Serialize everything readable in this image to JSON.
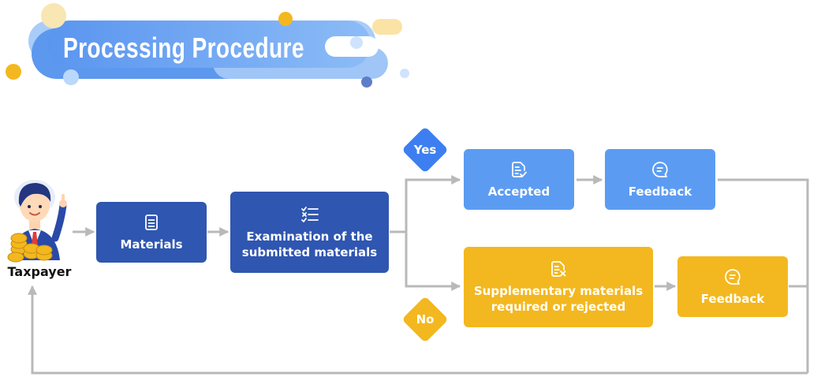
{
  "title": "Processing Procedure",
  "colors": {
    "navy": "#2f56b0",
    "blue": "#5b9cf2",
    "gold": "#f3b820",
    "connector": "#b9b9b9"
  },
  "nodes": {
    "taxpayer": {
      "label": "Taxpayer",
      "icon": "taxpayer-illustration"
    },
    "materials": {
      "label": "Materials",
      "icon": "document-icon"
    },
    "examination": {
      "label": "Examination of the submitted materials",
      "icon": "checklist-icon"
    },
    "accepted": {
      "label": "Accepted",
      "icon": "document-check-icon"
    },
    "feedback_accepted": {
      "label": "Feedback",
      "icon": "chat-bubble-icon"
    },
    "supplementary": {
      "label": "Supplementary materials required or rejected",
      "icon": "document-x-icon"
    },
    "feedback_rejected": {
      "label": "Feedback",
      "icon": "chat-bubble-icon"
    }
  },
  "decisions": {
    "yes": "Yes",
    "no": "No"
  },
  "edges": [
    [
      "taxpayer",
      "materials"
    ],
    [
      "materials",
      "examination"
    ],
    [
      "examination",
      "accepted",
      "yes"
    ],
    [
      "examination",
      "supplementary",
      "no"
    ],
    [
      "accepted",
      "feedback_accepted"
    ],
    [
      "supplementary",
      "feedback_rejected"
    ],
    [
      "feedback_accepted",
      "taxpayer"
    ],
    [
      "feedback_rejected",
      "taxpayer"
    ]
  ]
}
